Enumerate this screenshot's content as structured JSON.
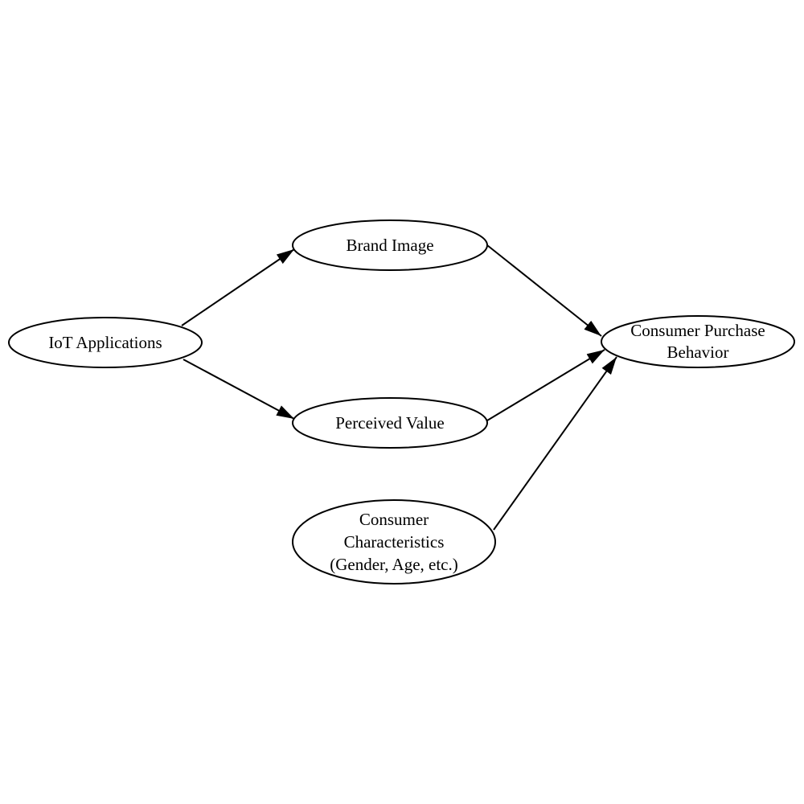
{
  "diagram": {
    "nodes": {
      "iot_applications": {
        "lines": [
          "IoT Applications"
        ]
      },
      "brand_image": {
        "lines": [
          "Brand Image"
        ]
      },
      "perceived_value": {
        "lines": [
          "Perceived Value"
        ]
      },
      "consumer_characteristics": {
        "lines": [
          "Consumer",
          "Characteristics",
          "(Gender, Age, etc.)"
        ]
      },
      "consumer_purchase_behavior": {
        "lines": [
          "Consumer Purchase",
          "Behavior"
        ]
      }
    },
    "edges": [
      {
        "from": "iot_applications",
        "to": "brand_image"
      },
      {
        "from": "iot_applications",
        "to": "perceived_value"
      },
      {
        "from": "brand_image",
        "to": "consumer_purchase_behavior"
      },
      {
        "from": "perceived_value",
        "to": "consumer_purchase_behavior"
      },
      {
        "from": "consumer_characteristics",
        "to": "consumer_purchase_behavior"
      }
    ]
  }
}
